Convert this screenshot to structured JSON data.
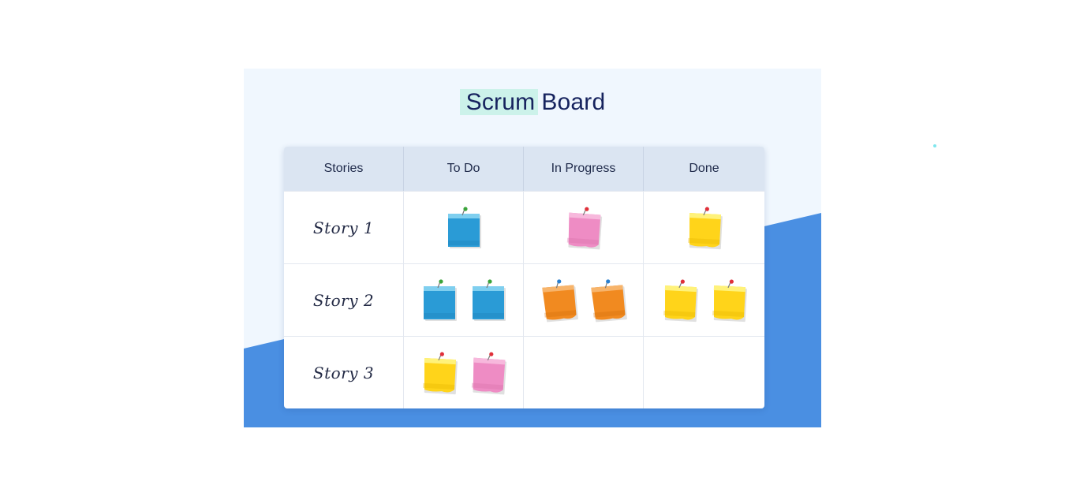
{
  "title": {
    "highlight": "Scrum",
    "rest": "Board"
  },
  "columns": [
    "Stories",
    "To Do",
    "In Progress",
    "Done"
  ],
  "stories": [
    {
      "label": "Story 1",
      "todo": [
        "blue"
      ],
      "in_progress": [
        "pink"
      ],
      "done": [
        "yellow"
      ]
    },
    {
      "label": "Story 2",
      "todo": [
        "blue",
        "blue"
      ],
      "in_progress": [
        "orange",
        "orange"
      ],
      "done": [
        "yellow",
        "yellow"
      ]
    },
    {
      "label": "Story 3",
      "todo": [
        "yellow",
        "pink"
      ],
      "in_progress": [],
      "done": []
    }
  ],
  "colors": {
    "panel_background": "#f0f7fe",
    "accent_blue": "#4a8fe2",
    "title_highlight": "#ccf2ea",
    "title_text": "#16235e",
    "header_row": "#dbe5f2",
    "note_blue": "#2a9bd6",
    "note_pink": "#ee8cc4",
    "note_yellow": "#ffd41a",
    "note_orange": "#f18a20"
  }
}
